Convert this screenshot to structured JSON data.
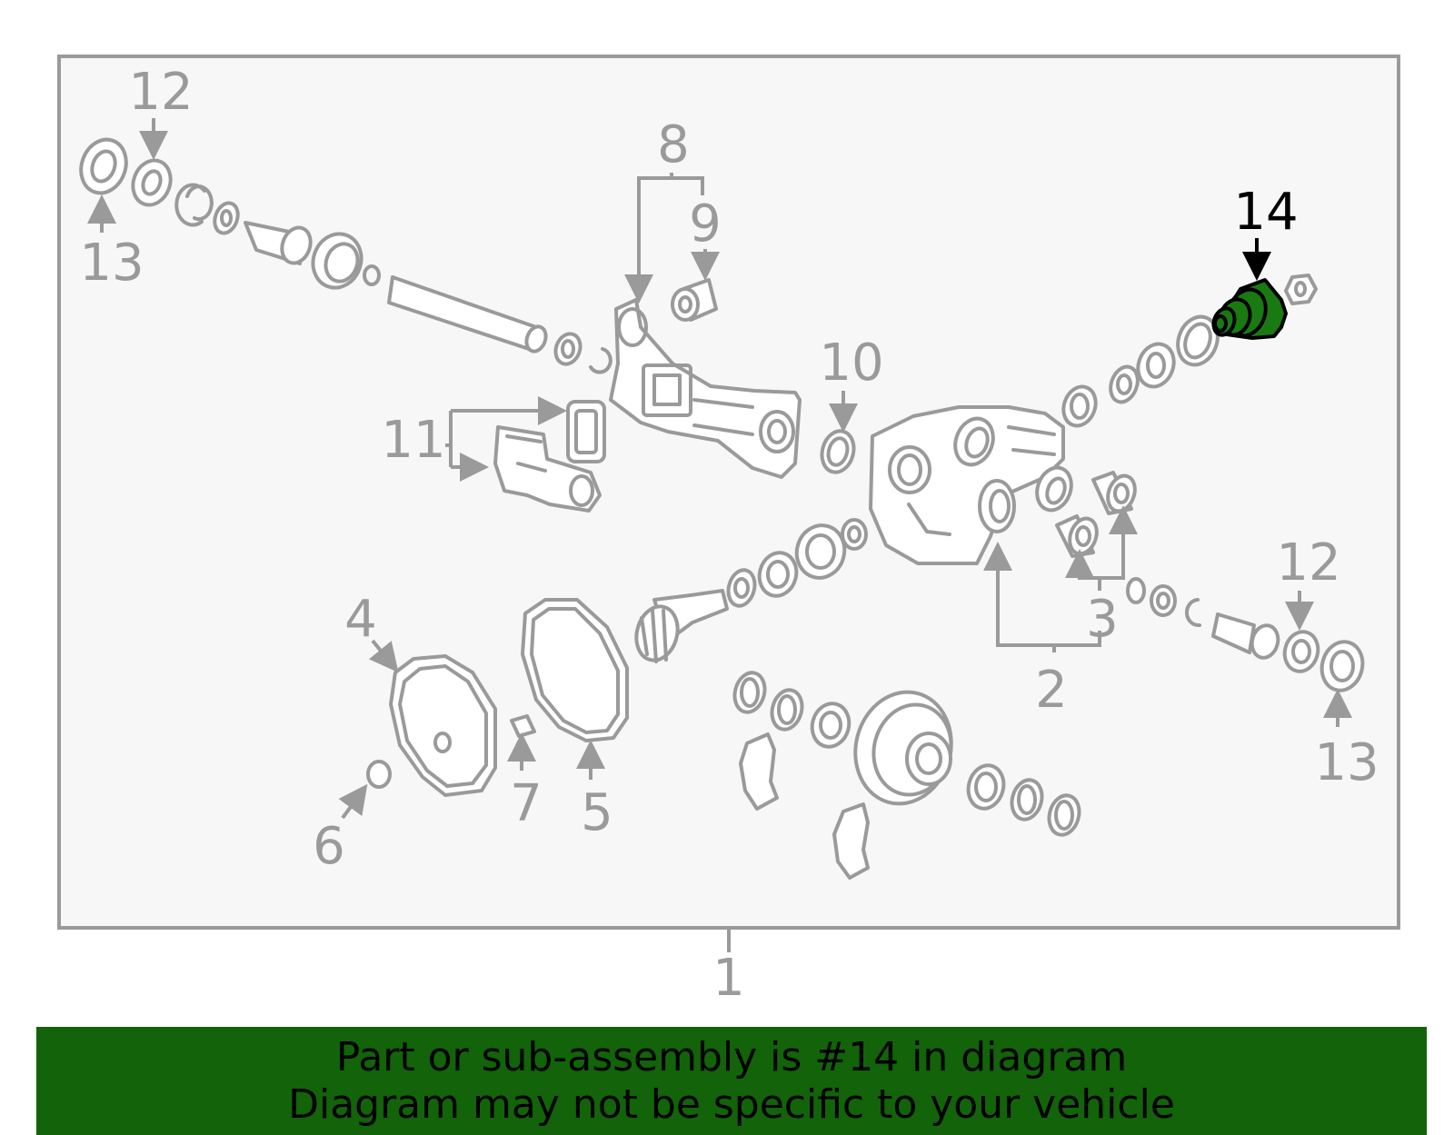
{
  "diagram": {
    "highlight_color": "#1a7a12",
    "line_color": "#9a9a9a",
    "callouts": {
      "c1": "1",
      "c2": "2",
      "c3": "3",
      "c4": "4",
      "c5": "5",
      "c6": "6",
      "c7": "7",
      "c8": "8",
      "c9": "9",
      "c10": "10",
      "c11": "11",
      "c12a": "12",
      "c12b": "12",
      "c13a": "13",
      "c13b": "13",
      "c14": "14"
    }
  },
  "banner": {
    "color": "#126309",
    "line1": "Part or sub-assembly is #14 in diagram",
    "line2": "Diagram may not be specific to your vehicle"
  }
}
